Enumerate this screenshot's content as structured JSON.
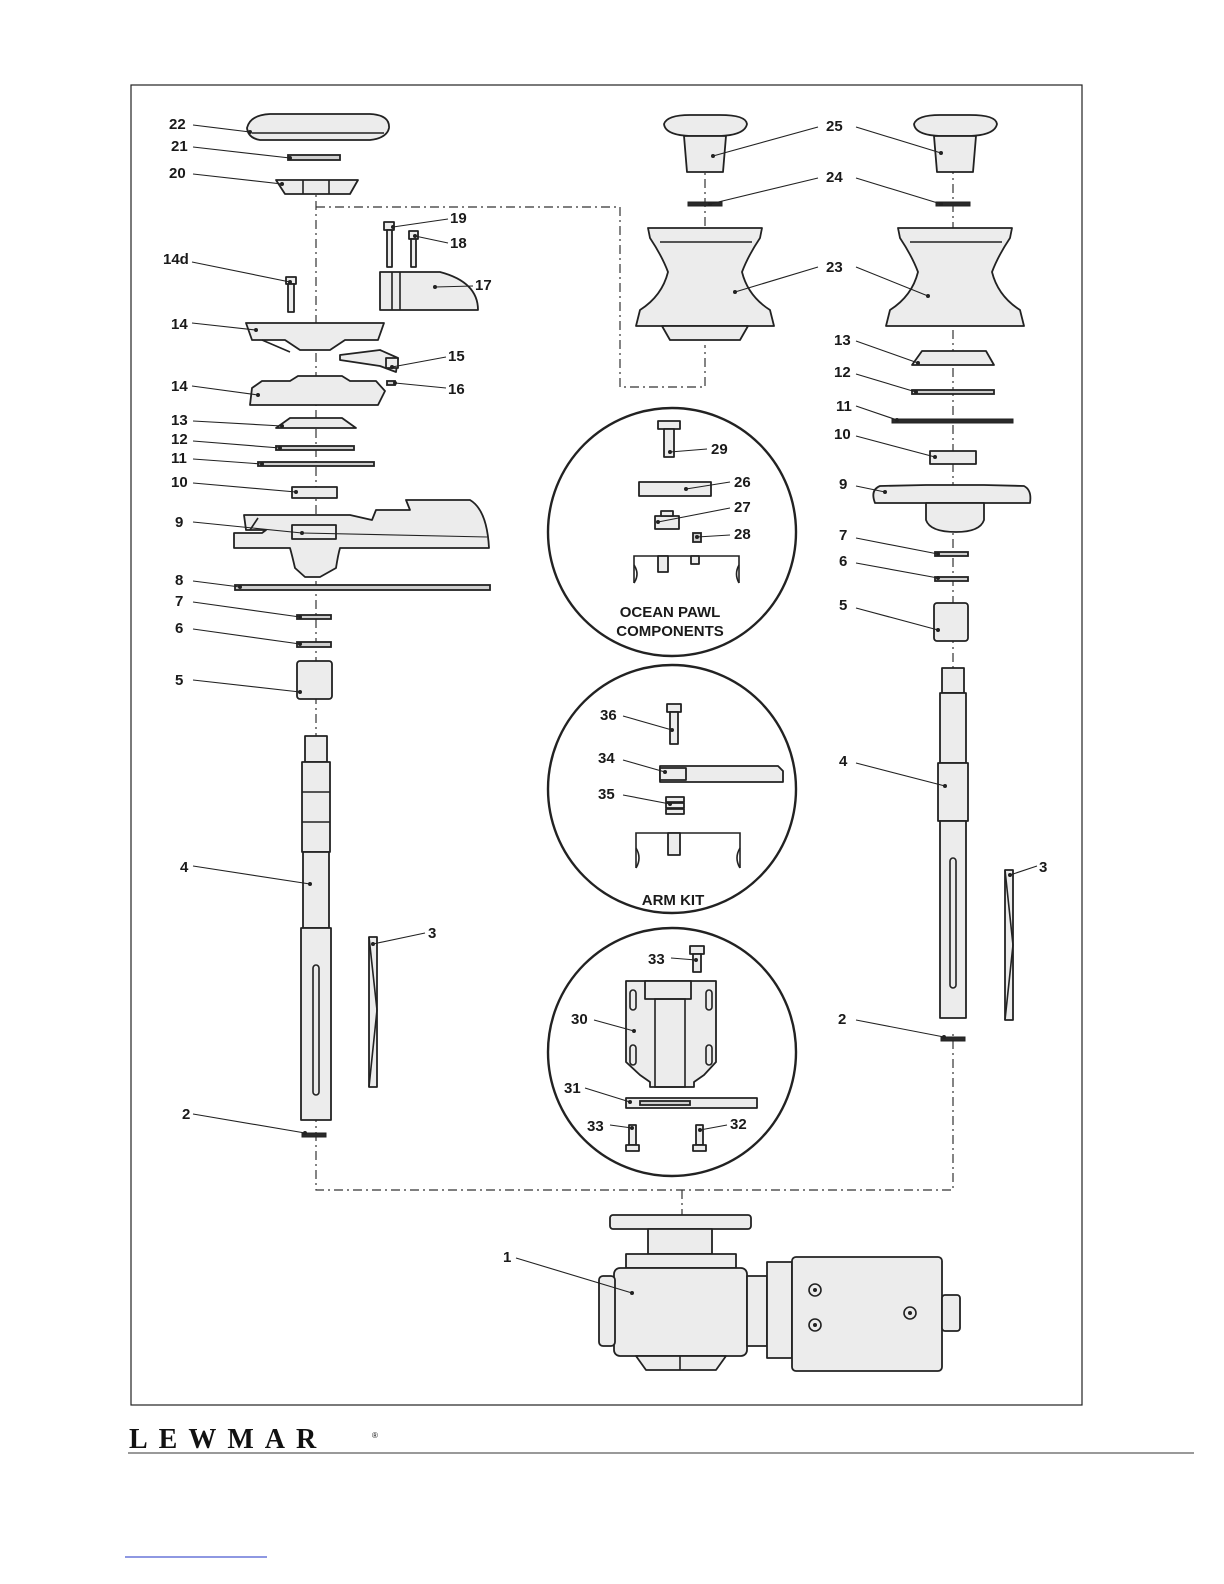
{
  "brand": {
    "name": "LEWMAR",
    "registered_mark": "®"
  },
  "insets": {
    "ocean_pawl": {
      "caption_line1": "OCEAN PAWL",
      "caption_line2": "COMPONENTS"
    },
    "arm_kit": {
      "caption": "ARM KIT"
    },
    "base_kit": {
      "caption": ""
    }
  },
  "callouts": {
    "left": {
      "c22": "22",
      "c21": "21",
      "c20": "20",
      "c19": "19",
      "c18": "18",
      "c14d": "14d",
      "c17": "17",
      "c14a": "14",
      "c15": "15",
      "c14b": "14",
      "c16": "16",
      "c13": "13",
      "c12": "12",
      "c11": "11",
      "c10": "10",
      "c9": "9",
      "c8": "8",
      "c7": "7",
      "c6": "6",
      "c5": "5",
      "c4": "4",
      "c3": "3",
      "c2": "2"
    },
    "center": {
      "c25": "25",
      "c24": "24",
      "c23": "23",
      "c29": "29",
      "c26": "26",
      "c27": "27",
      "c28": "28",
      "c36": "36",
      "c34": "34",
      "c35": "35",
      "c33a": "33",
      "c30": "30",
      "c31": "31",
      "c33b": "33",
      "c32": "32",
      "c1": "1"
    },
    "right": {
      "c25": "25",
      "c24": "24",
      "c23": "23",
      "c13": "13",
      "c12": "12",
      "c11": "11",
      "c10": "10",
      "c9": "9",
      "c7": "7",
      "c6": "6",
      "c5": "5",
      "c4": "4",
      "c3": "3",
      "c2": "2"
    }
  }
}
